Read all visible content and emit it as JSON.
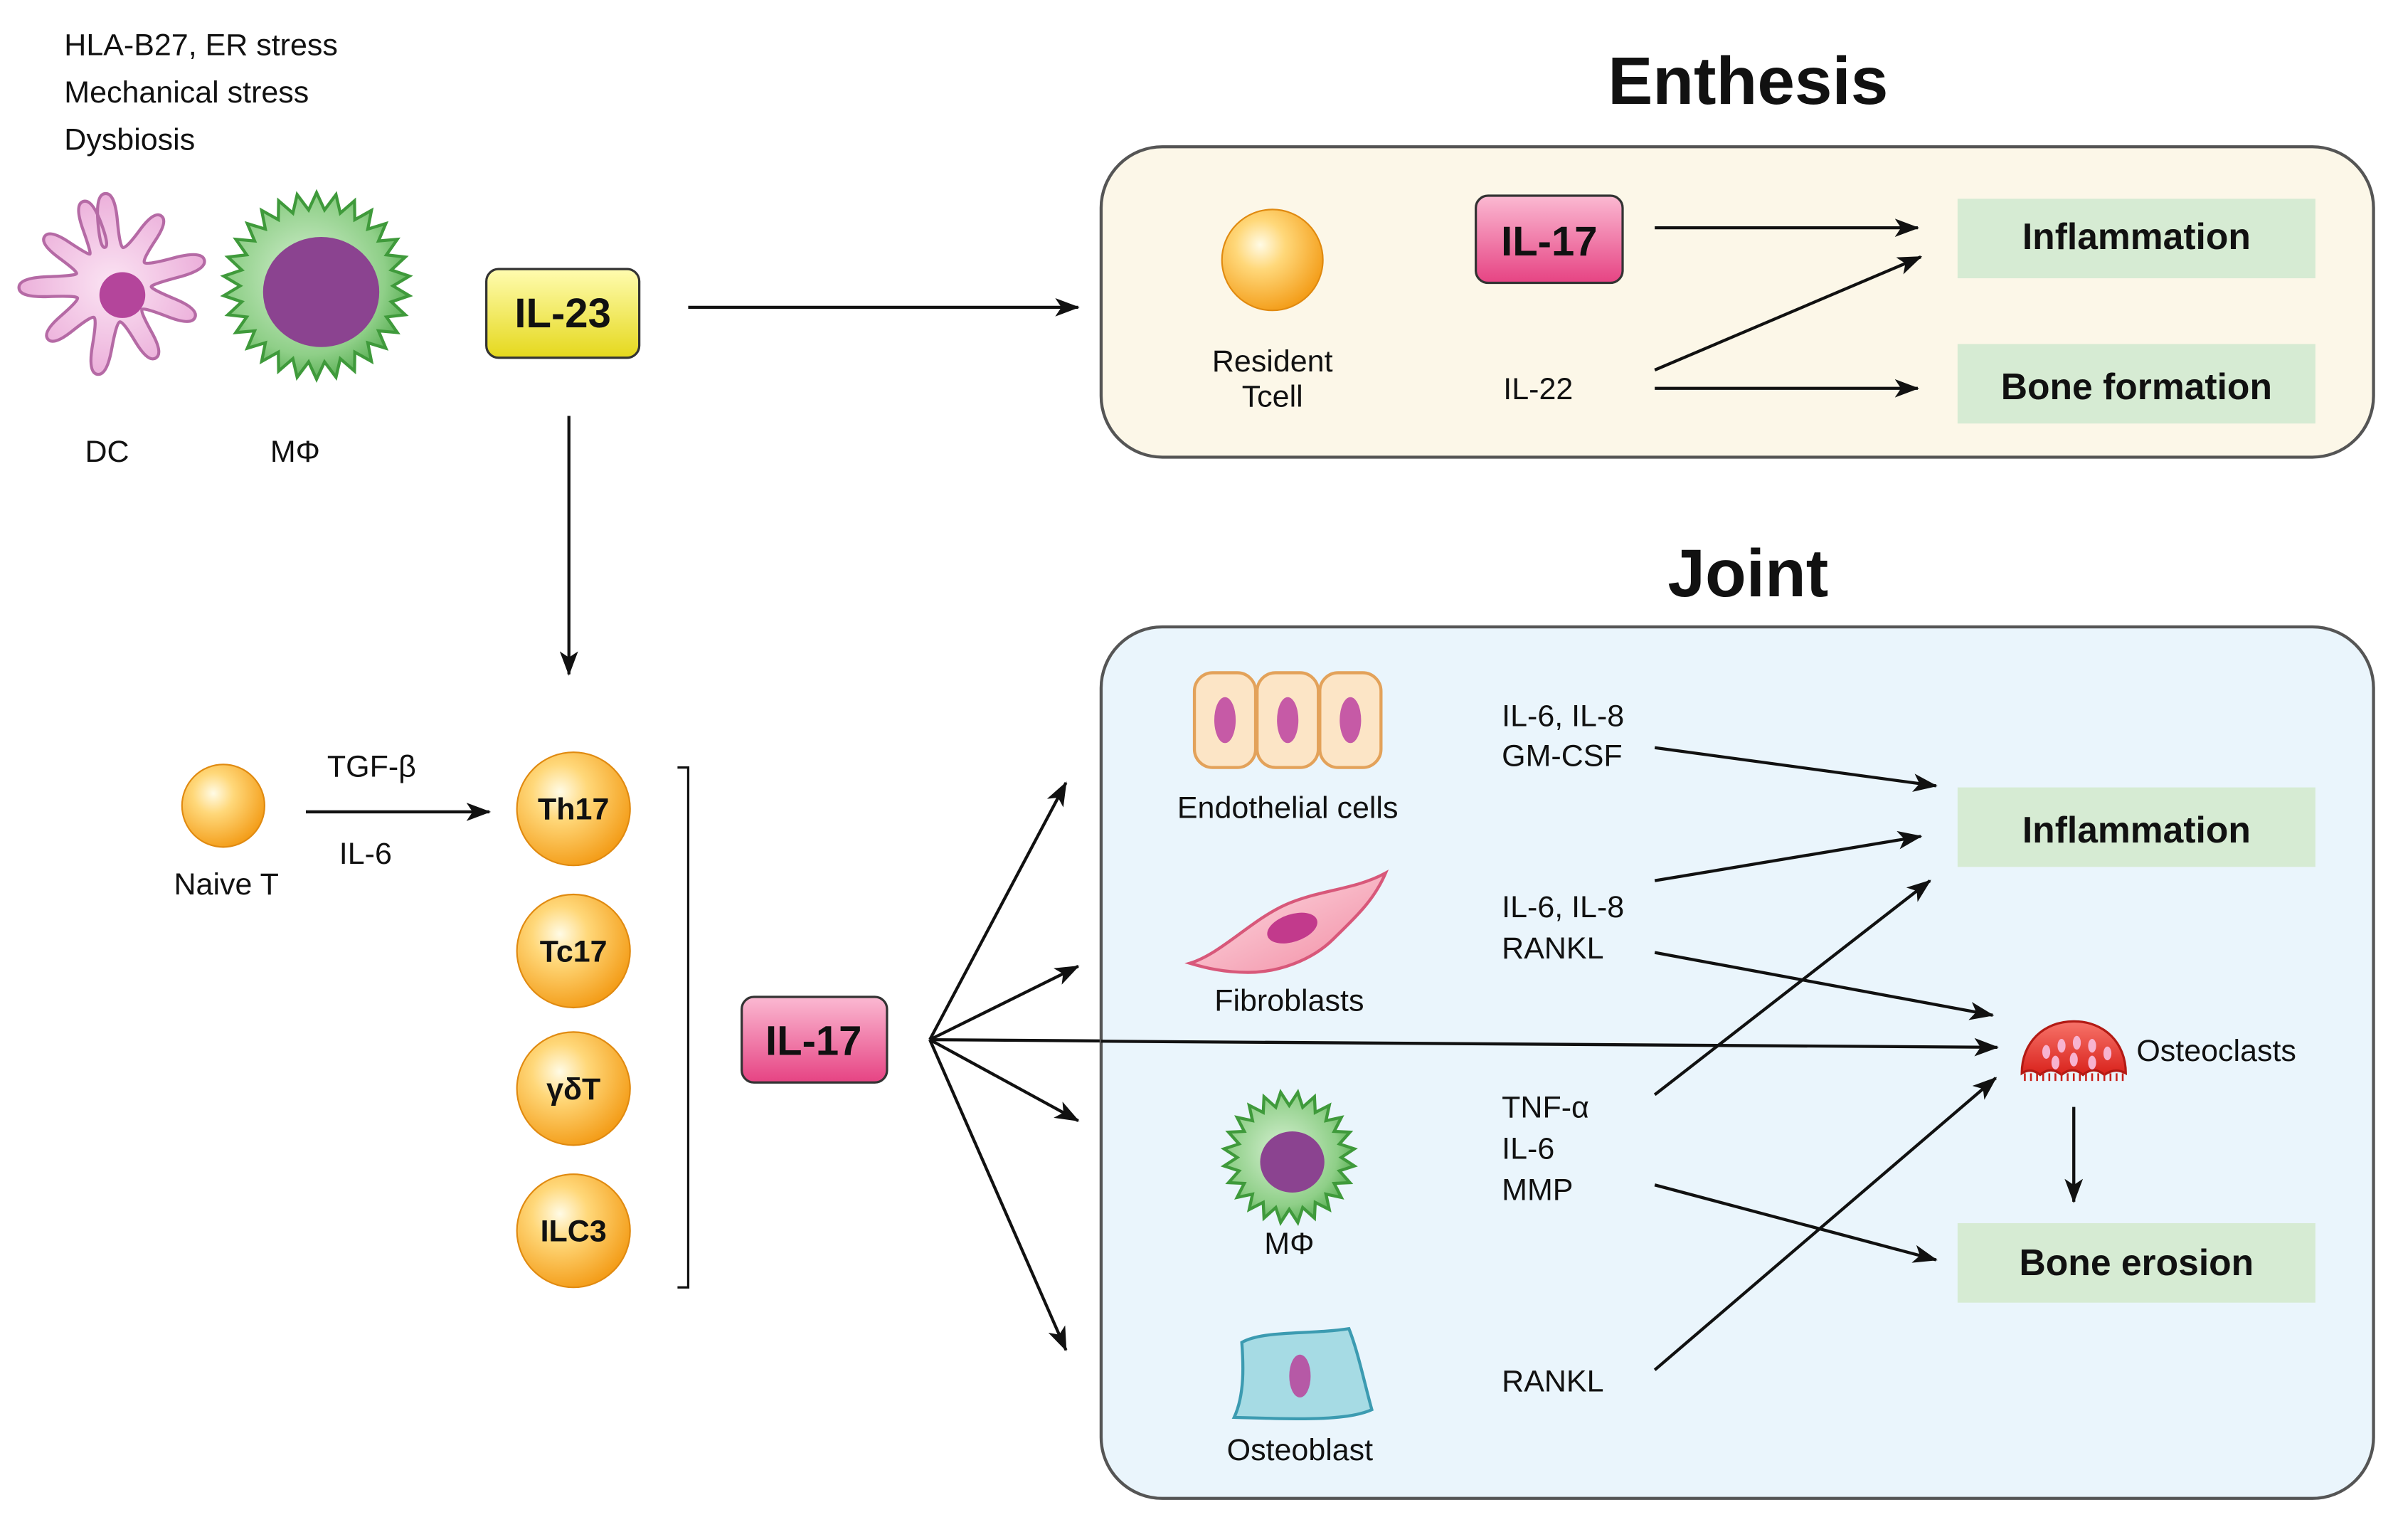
{
  "triggers": [
    "HLA-B27, ER stress",
    "Mechanical stress",
    "Dysbiosis"
  ],
  "upstream": {
    "dc_label": "DC",
    "macrophage_label": "MΦ",
    "il23": "IL-23"
  },
  "enthesis": {
    "title": "Enthesis",
    "resident_t": [
      "Resident",
      "Tcell"
    ],
    "il17": "IL-17",
    "il22": "IL-22",
    "outcomes": {
      "inflammation": "Inflammation",
      "bone_formation": "Bone formation"
    }
  },
  "differentiation": {
    "naive_label": "Naive T",
    "tgf": "TGF-β",
    "il6": "IL-6"
  },
  "il17_producers": [
    "Th17",
    "Tc17",
    "γδT",
    "ILC3"
  ],
  "il17_central": "IL-17",
  "joint": {
    "title": "Joint",
    "cells": {
      "endothelial": "Endothelial cells",
      "fibroblasts": "Fibroblasts",
      "macrophage": "MΦ",
      "osteoblast": "Osteoblast",
      "osteoclasts": "Osteoclasts"
    },
    "cytokines": {
      "endothelial": [
        "IL-6, IL-8",
        "GM-CSF"
      ],
      "fibroblasts": [
        "IL-6, IL-8",
        "RANKL"
      ],
      "macrophage": [
        "TNF-α",
        "IL-6",
        "MMP"
      ],
      "osteoblast": [
        "RANKL"
      ]
    },
    "outcomes": {
      "inflammation": "Inflammation",
      "bone_erosion": "Bone erosion"
    }
  },
  "colors": {
    "outcome_fill": "#d6ebd3",
    "enthesis_fill": "#fcf7e8",
    "joint_fill": "#eaf5fc",
    "il17_pink": "#ee5c97",
    "il23_yellow": "#f1e535"
  }
}
